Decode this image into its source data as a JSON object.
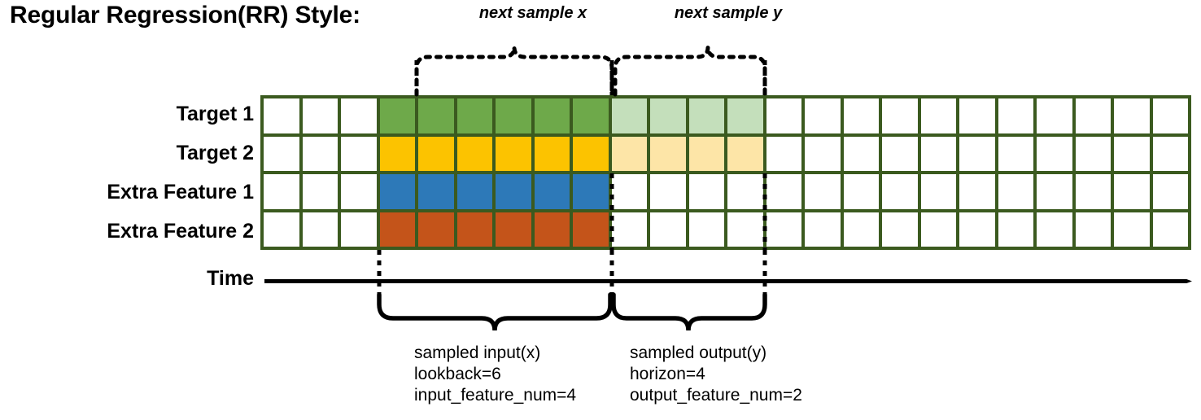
{
  "title": "Regular Regression(RR) Style:",
  "top_annotations": {
    "next_sample_x": "next sample x",
    "next_sample_y": "next sample y"
  },
  "rows": [
    {
      "label": "Target 1",
      "dark_color": "#6ea94a",
      "light_color": "#c4dfbb",
      "has_light": true
    },
    {
      "label": "Target 2",
      "dark_color": "#fcc300",
      "light_color": "#fde5a7",
      "has_light": true
    },
    {
      "label": "Extra Feature 1",
      "dark_color": "#2d79b8",
      "light_color": "#ffffff",
      "has_light": false
    },
    {
      "label": "Extra Feature 2",
      "dark_color": "#c4541a",
      "light_color": "#ffffff",
      "has_light": false
    }
  ],
  "grid": {
    "total_columns": 24,
    "leading_blank_columns": 3,
    "input_columns": 6,
    "output_columns": 4,
    "trailing_blank_columns": 11,
    "border_color": "#3b5a1f",
    "empty_color": "#ffffff"
  },
  "time_axis": {
    "label": "Time",
    "color": "#000000"
  },
  "bottom_annotations": {
    "input": {
      "line1": "sampled input(x)",
      "line2": "lookback=6",
      "line3": "input_feature_num=4"
    },
    "output": {
      "line1": "sampled output(y)",
      "line2": "horizon=4",
      "line3": "output_feature_num=2"
    }
  }
}
